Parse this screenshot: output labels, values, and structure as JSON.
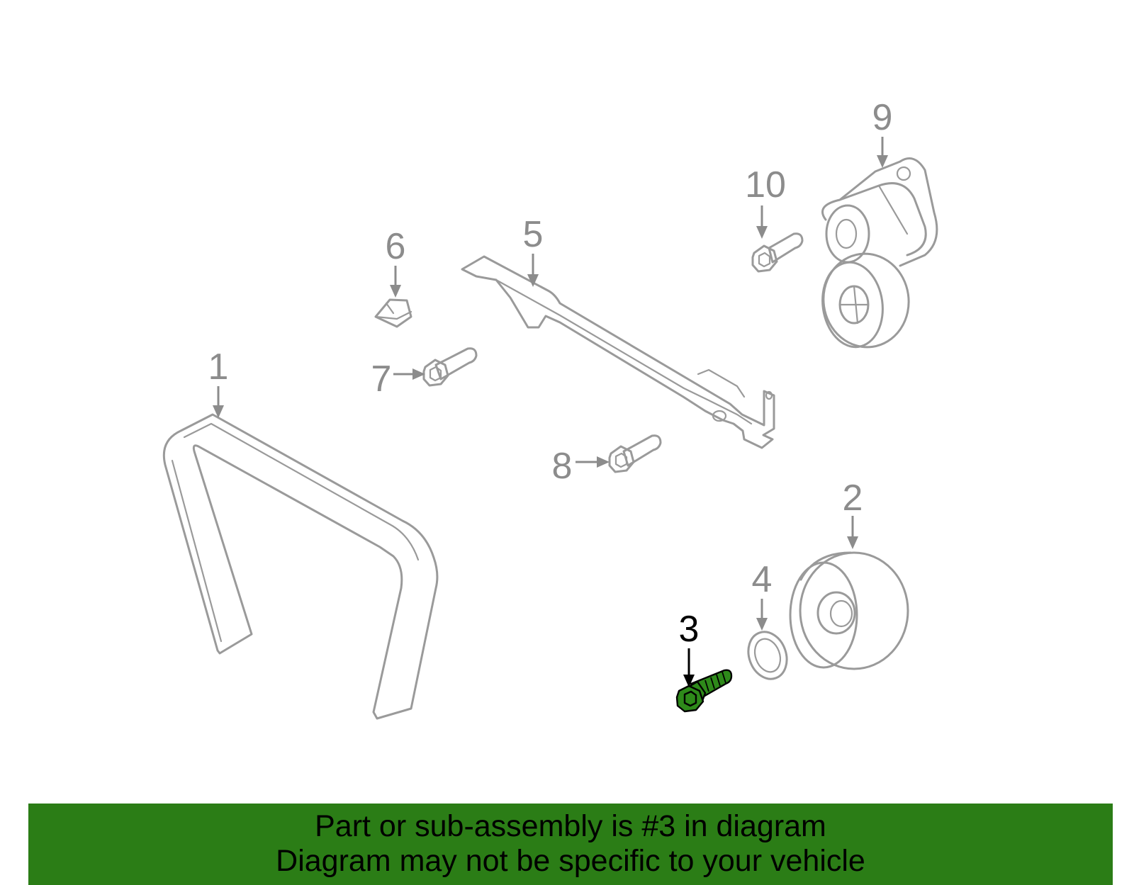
{
  "diagram": {
    "highlighted_part": "3",
    "highlight_color": "#2b7d16",
    "callouts": [
      {
        "id": "1",
        "label": "1"
      },
      {
        "id": "2",
        "label": "2"
      },
      {
        "id": "3",
        "label": "3"
      },
      {
        "id": "4",
        "label": "4"
      },
      {
        "id": "5",
        "label": "5"
      },
      {
        "id": "6",
        "label": "6"
      },
      {
        "id": "7",
        "label": "7"
      },
      {
        "id": "8",
        "label": "8"
      },
      {
        "id": "9",
        "label": "9"
      },
      {
        "id": "10",
        "label": "10"
      }
    ]
  },
  "caption": {
    "line1": "Part or sub-assembly is #3 in diagram",
    "line2": "Diagram may not be specific to your vehicle",
    "background": "#2b7d16"
  }
}
